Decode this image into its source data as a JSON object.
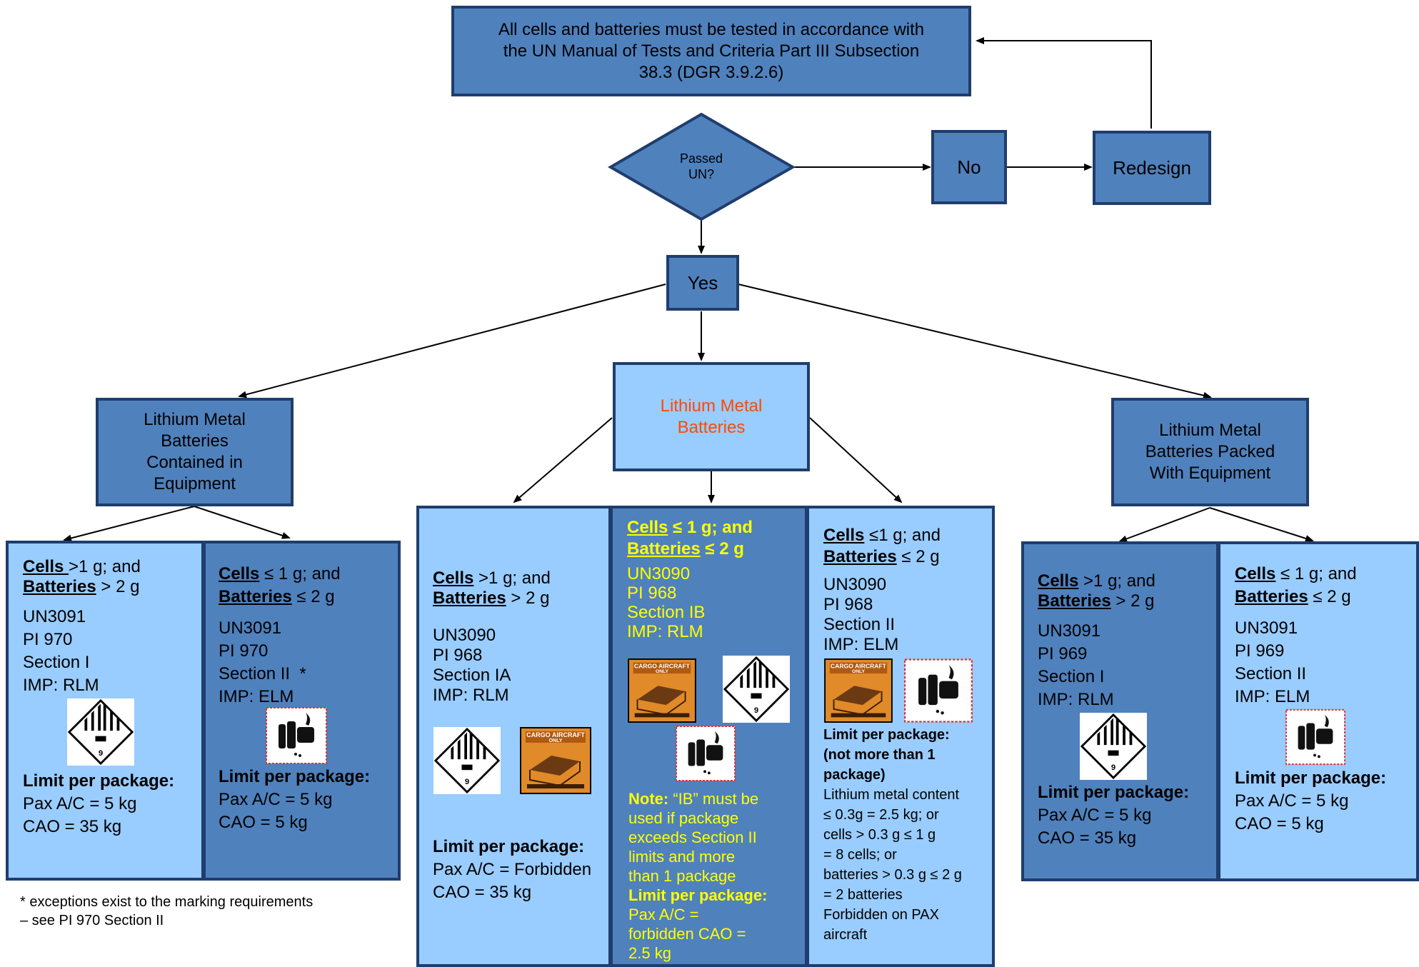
{
  "top_box": {
    "line1": "All cells and batteries must be tested in accordance with",
    "line2": "the UN Manual of Tests and Criteria Part III Subsection",
    "line3": "38.3 (DGR 3.9.2.6)"
  },
  "decision": {
    "line1": "Passed",
    "line2": "UN?"
  },
  "no_label": "No",
  "redesign_label": "Redesign",
  "yes_label": "Yes",
  "branches": {
    "contained": {
      "lines": [
        "Lithium Metal",
        "Batteries",
        "Contained in",
        "Equipment"
      ]
    },
    "batteries": {
      "lines": [
        "Lithium Metal",
        "Batteries"
      ],
      "color": "#ff4a00"
    },
    "packed": {
      "lines": [
        "Lithium Metal",
        "Batteries Packed",
        "With Equipment"
      ]
    }
  },
  "cells": {
    "c1": {
      "cells_word": "Cells ",
      "cells_rest": ">1 g; and",
      "batt_word": "Batteries",
      "batt_rest": " > 2 g",
      "un": "UN3091",
      "pi": "PI 970",
      "section": "Section I",
      "imp": "IMP: RLM",
      "limit": "Limit per package:",
      "pax": "Pax A/C = 5 kg",
      "cao": "CAO = 35 kg"
    },
    "c2": {
      "cells_word": "Cells",
      "cells_rest": " ≤ 1 g; and",
      "batt_word": "Batteries",
      "batt_rest": " ≤ 2 g",
      "un": "UN3091",
      "pi": "PI 970",
      "section": "Section II  *",
      "imp": "IMP: ELM",
      "limit": "Limit per package:",
      "pax": "Pax A/C = 5 kg",
      "cao": "CAO = 5 kg"
    },
    "c3": {
      "cells_word": "Cells",
      "cells_rest": " >1 g; and",
      "batt_word": "Batteries",
      "batt_rest": " > 2 g",
      "un": "UN3090",
      "pi": "PI 968",
      "section": "Section IA",
      "imp": "IMP: RLM",
      "limit": "Limit per package:",
      "pax": "Pax A/C = Forbidden",
      "cao": "CAO = 35 kg"
    },
    "c4": {
      "cells_word": "Cells",
      "cells_rest": " ≤ 1 g; and",
      "batt_word": "Batteries",
      "batt_rest": " ≤ 2 g",
      "un": "UN3090",
      "pi": "PI 968",
      "section": "Section IB",
      "imp": "IMP: RLM",
      "note_word": "Note:",
      "note_lines": [
        " “IB” must be",
        "used if package",
        "exceeds Section II",
        "limits and more",
        "than 1 package"
      ],
      "limit": "Limit per package:",
      "pax_lines": [
        "Pax A/C =",
        "forbidden CAO =",
        "2.5 kg"
      ]
    },
    "c5": {
      "cells_word": "Cells",
      "cells_rest": " ≤1 g; and",
      "batt_word": "Batteries",
      "batt_rest": " ≤ 2 g",
      "un": "UN3090",
      "pi": "PI 968",
      "section": "Section II",
      "imp": "IMP: ELM",
      "limit_lines": [
        "Limit per package:",
        "(not more than 1",
        "package)"
      ],
      "detail_lines": [
        "Lithium metal content",
        "≤ 0.3g = 2.5 kg; or",
        "cells > 0.3 g ≤ 1 g",
        "= 8 cells; or",
        "batteries > 0.3 g ≤ 2 g",
        "= 2 batteries",
        "Forbidden on PAX",
        "aircraft"
      ]
    },
    "c6": {
      "cells_word": "Cells",
      "cells_rest": " >1 g; and",
      "batt_word": "Batteries",
      "batt_rest": " > 2 g",
      "un": "UN3091",
      "pi": "PI 969",
      "section": "Section I",
      "imp": "IMP: RLM",
      "limit": "Limit per package:",
      "pax": "Pax A/C = 5 kg",
      "cao": "CAO = 35 kg"
    },
    "c7": {
      "cells_word": "Cells",
      "cells_rest": " ≤ 1 g; and",
      "batt_word": "Batteries",
      "batt_rest": " ≤ 2 g",
      "un": "UN3091",
      "pi": "PI 969",
      "section": "Section II",
      "imp": "IMP: ELM",
      "limit": "Limit per package:",
      "pax": "Pax A/C = 5 kg",
      "cao": "CAO = 5 kg"
    }
  },
  "labels": {
    "cargo_line1": "CARGO AIRCRAFT",
    "cargo_line2": "ONLY",
    "class9_num": "9"
  },
  "footnote": {
    "line1": "* exceptions exist to the marking requirements",
    "line2": "– see PI 970 Section II"
  },
  "colors": {
    "dark_blue": "#4f81bd",
    "light_blue": "#99ccff",
    "border": "#1f3d6d",
    "highlight_yellow": "#ffff00",
    "accent_orange": "#ff4a00"
  }
}
